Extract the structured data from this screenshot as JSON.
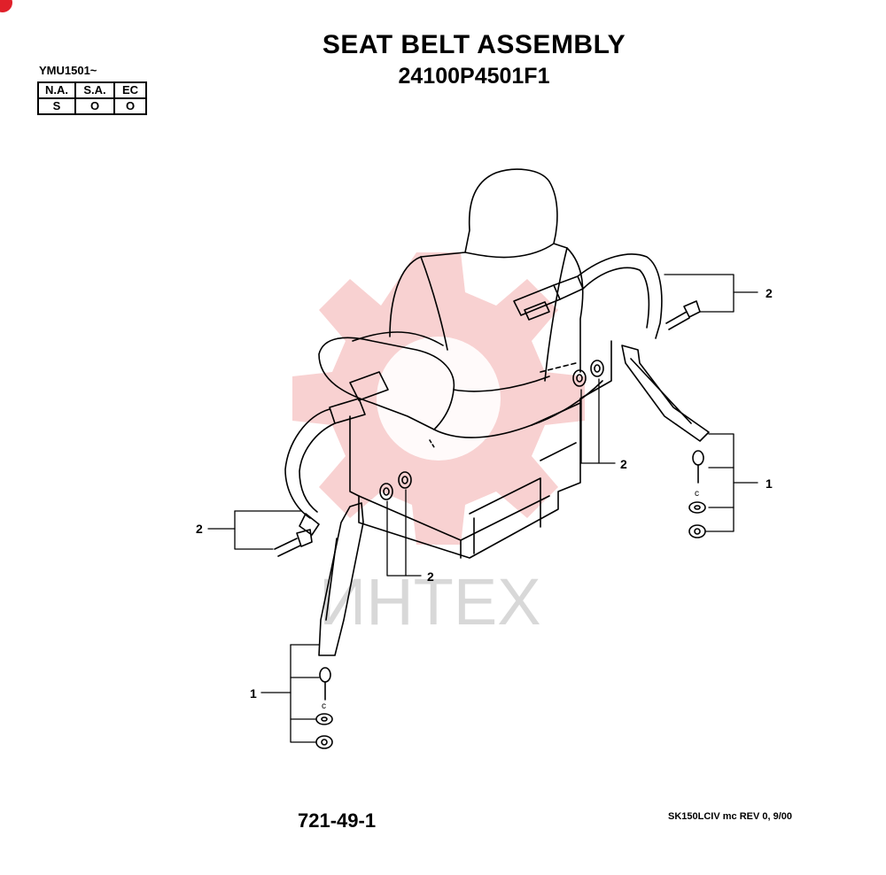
{
  "header": {
    "title": "SEAT BELT ASSEMBLY",
    "part_number": "24100P4501F1"
  },
  "serial": "YMU1501~",
  "availability": {
    "headers": [
      "N.A.",
      "S.A.",
      "EC"
    ],
    "values": [
      "S",
      "O",
      "O"
    ]
  },
  "callouts": {
    "item_1": "1",
    "item_2": "2"
  },
  "watermark": "ИНТЕХ",
  "footer": {
    "page": "721-49-1",
    "revision": "SK150LCIV mc REV 0, 9/00"
  },
  "colors": {
    "watermark_red": "#f7c9c9",
    "watermark_grey": "#d8d8d8",
    "corner_mark": "#e0202a"
  }
}
